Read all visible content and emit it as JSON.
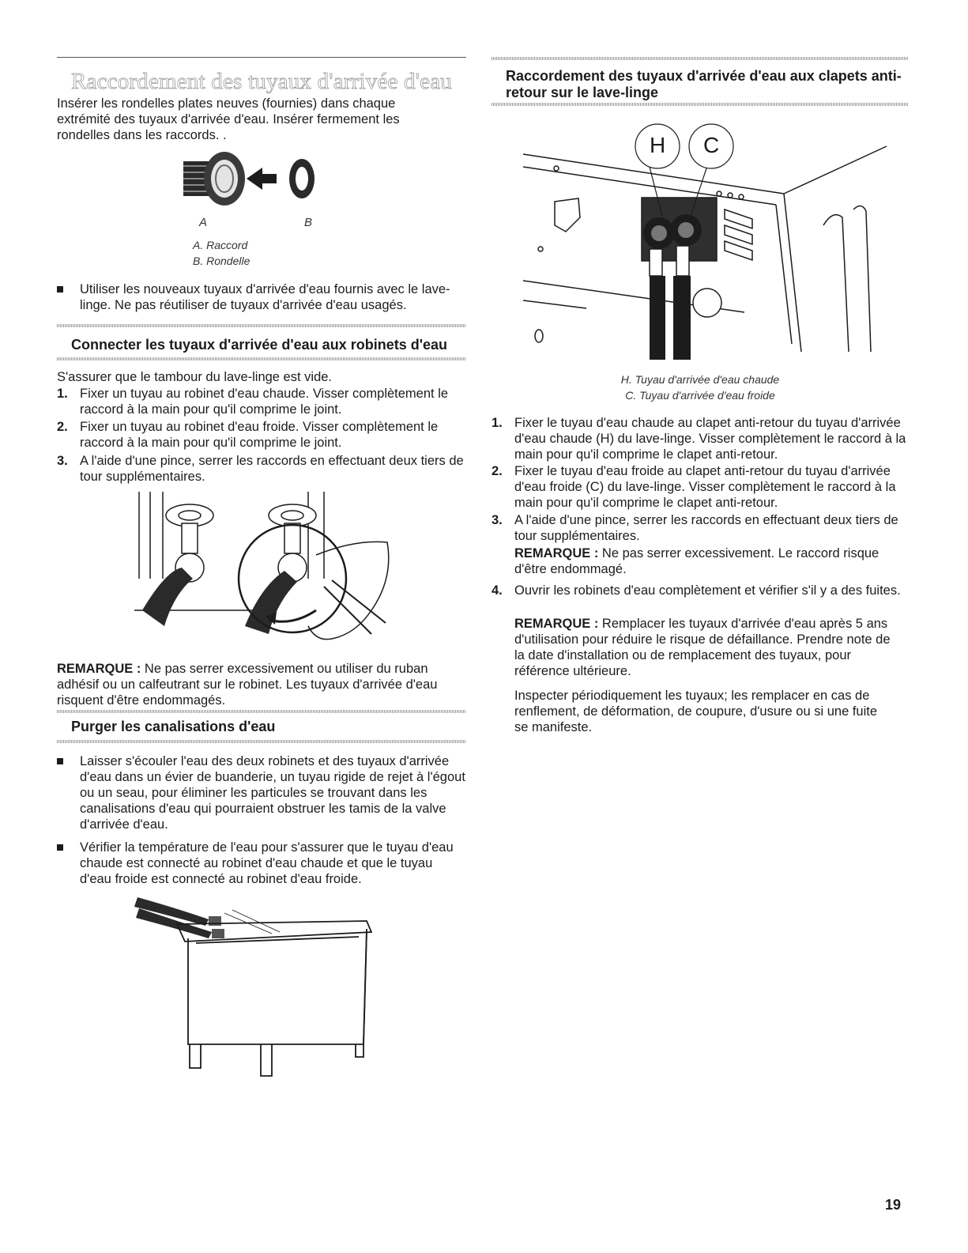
{
  "left": {
    "title": "Raccordement des tuyaux d'arrivée d'eau",
    "intro": "Insérer les rondelles plates neuves (fournies) dans chaque extrémité des tuyaux d'arrivée d'eau. Insérer fermement les rondelles dans les raccords. .",
    "figure1": {
      "label_a": "A",
      "label_b": "B",
      "caption_a": "A. Raccord",
      "caption_b": "B. Rondelle"
    },
    "bullet_new_hoses": "Utiliser les nouveaux tuyaux d'arrivée d'eau fournis avec le lave-linge. Ne pas réutiliser de tuyaux d'arrivée d'eau usagés.",
    "section_connect": {
      "heading": "Connecter les tuyaux d'arrivée d'eau aux robinets d'eau",
      "intro": "S'assurer que le tambour du lave-linge est vide.",
      "steps": [
        {
          "num": "1.",
          "text": "Fixer un tuyau au robinet d'eau chaude. Visser complètement le raccord à la main pour qu'il comprime le joint."
        },
        {
          "num": "2.",
          "text": "Fixer un tuyau au robinet d'eau froide. Visser complètement le raccord à la main pour qu'il comprime le joint."
        },
        {
          "num": "3.",
          "text": "A l'aide d'une pince, serrer les raccords en effectuant deux tiers de tour supplémentaires."
        }
      ],
      "remark_label": "REMARQUE :",
      "remark_text": " Ne pas serrer excessivement ou utiliser du ruban adhésif ou un calfeutrant sur le robinet. Les tuyaux d'arrivée d'eau risquent d'être endommagés."
    },
    "section_purge": {
      "heading": "Purger les canalisations d'eau",
      "bullets": [
        "Laisser s'écouler l'eau des deux robinets et des tuyaux d'arrivée d'eau dans un évier de buanderie, un tuyau rigide de rejet à l'égout ou un seau, pour éliminer les particules se trouvant dans les canalisations d'eau qui pourraient obstruer les tamis de la valve d'arrivée d'eau.",
        "Vérifier la température de l'eau pour s'assurer que le tuyau d'eau chaude est connecté au robinet d'eau chaude et que le tuyau d'eau froide est connecté au robinet d'eau froide."
      ]
    }
  },
  "right": {
    "heading": "Raccordement des tuyaux d'arrivée d'eau aux clapets anti-retour sur le lave-linge",
    "figure": {
      "label_h": "H",
      "label_c": "C",
      "caption_h": "H. Tuyau d'arrivée d'eau chaude",
      "caption_c": "C. Tuyau d'arrivée d'eau froide"
    },
    "steps": [
      {
        "num": "1.",
        "text": "Fixer le tuyau d'eau chaude au clapet anti-retour du tuyau d'arrivée d'eau chaude (H) du lave-linge. Visser complètement le raccord à la main pour qu'il comprime le clapet anti-retour."
      },
      {
        "num": "2.",
        "text": "Fixer le tuyau d'eau froide au clapet anti-retour du tuyau d'arrivée d'eau froide (C) du lave-linge. Visser complètement le raccord à la main pour qu'il comprime le clapet anti-retour."
      },
      {
        "num": "3.",
        "text": "A l'aide d'une pince, serrer les raccords en effectuant deux tiers de tour supplémentaires."
      },
      {
        "num": "4.",
        "text": "Ouvrir les robinets d'eau complètement et vérifier s'il y a des fuites."
      }
    ],
    "remark1_label": "REMARQUE :",
    "remark1_text": " Ne pas serrer excessivement. Le raccord risque d'être endommagé.",
    "remark2_label": "REMARQUE :",
    "remark2_text": " Remplacer les tuyaux d'arrivée d'eau après 5 ans d'utilisation pour réduire le risque de défaillance. Prendre note de la date d'installation ou de remplacement des tuyaux, pour référence ultérieure.",
    "inspect": "Inspecter périodiquement les tuyaux; les remplacer en cas de renflement, de déformation, de coupure, d'usure ou si une fuite se manifeste."
  },
  "page_number": "19"
}
